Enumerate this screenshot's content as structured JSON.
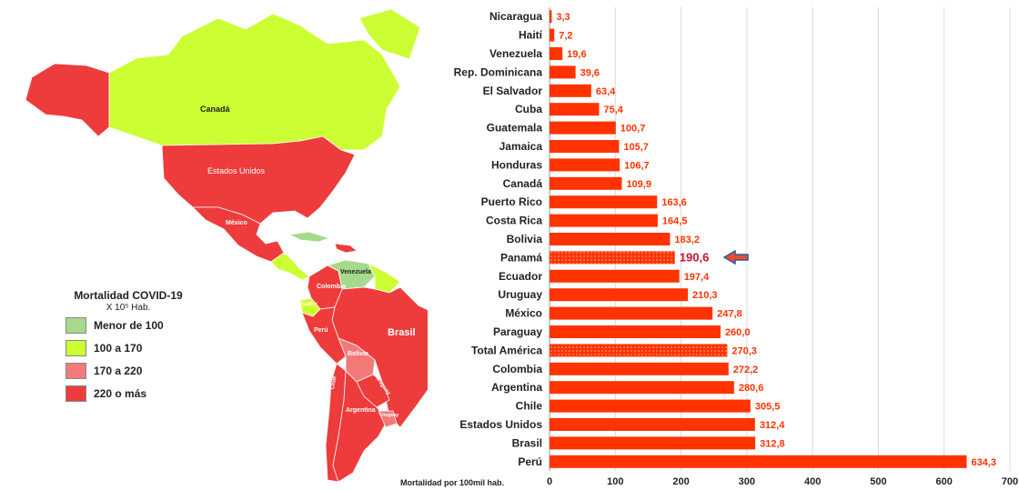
{
  "map": {
    "labels": {
      "canada": "Canadá",
      "usa": "Estados Unidos",
      "mexico": "México",
      "venezuela": "Venezuela",
      "colombia": "Colombia",
      "ecuador": "Ecuador",
      "peru": "Perú",
      "brasil": "Brasil",
      "bolivia": "Bolivia",
      "paraguay": "Paraguay",
      "chile": "Chile",
      "argentina": "Argentina",
      "uruguay": "Uruguay"
    },
    "colors": {
      "lt100": "#a6d98c",
      "r100_170": "#ccff33",
      "r170_220": "#f47a7a",
      "gt220": "#ee3b3b"
    }
  },
  "legend": {
    "title": "Mortalidad COVID-19",
    "unit": "X 10⁵ Hab.",
    "items": [
      {
        "label": "Menor de 100",
        "color": "#a6d98c"
      },
      {
        "label": "100 a 170",
        "color": "#ccff33"
      },
      {
        "label": "170 a 220",
        "color": "#f47a7a"
      },
      {
        "label": "220 o más",
        "color": "#ee3b3b"
      }
    ]
  },
  "chart_data": {
    "type": "bar",
    "orientation": "horizontal",
    "categories": [
      "Nicaragua",
      "Haití",
      "Venezuela",
      "Rep. Dominicana",
      "El Salvador",
      "Cuba",
      "Guatemala",
      "Jamaica",
      "Honduras",
      "Canadá",
      "Puerto Rico",
      "Costa Rica",
      "Bolivia",
      "Panamá",
      "Ecuador",
      "Uruguay",
      "México",
      "Paraguay",
      "Total América",
      "Colombia",
      "Argentina",
      "Chile",
      "Estados Unidos",
      "Brasil",
      "Perú"
    ],
    "values": [
      3.3,
      7.2,
      19.6,
      39.6,
      63.4,
      75.4,
      100.7,
      105.7,
      106.7,
      109.9,
      163.6,
      164.5,
      183.2,
      190.6,
      197.4,
      210.3,
      247.8,
      260.0,
      270.3,
      272.2,
      280.6,
      305.5,
      312.4,
      312.8,
      634.3
    ],
    "value_labels": [
      "3,3",
      "7,2",
      "19,6",
      "39,6",
      "63,4",
      "75,4",
      "100,7",
      "105,7",
      "106,7",
      "109,9",
      "163,6",
      "164,5",
      "183,2",
      "190,6",
      "197,4",
      "210,3",
      "247,8",
      "260,0",
      "270,3",
      "272,2",
      "280,6",
      "305,5",
      "312,4",
      "312,8",
      "634,3"
    ],
    "highlighted": [
      "Panamá",
      "Total América"
    ],
    "xlabel": "Mortalidad por 100mil hab.",
    "xlim": [
      0,
      700
    ],
    "xticks": [
      0,
      100,
      200,
      300,
      400,
      500,
      600,
      700
    ],
    "grid": true,
    "bar_color": "#ff3300",
    "label_color": "#ff3300"
  }
}
